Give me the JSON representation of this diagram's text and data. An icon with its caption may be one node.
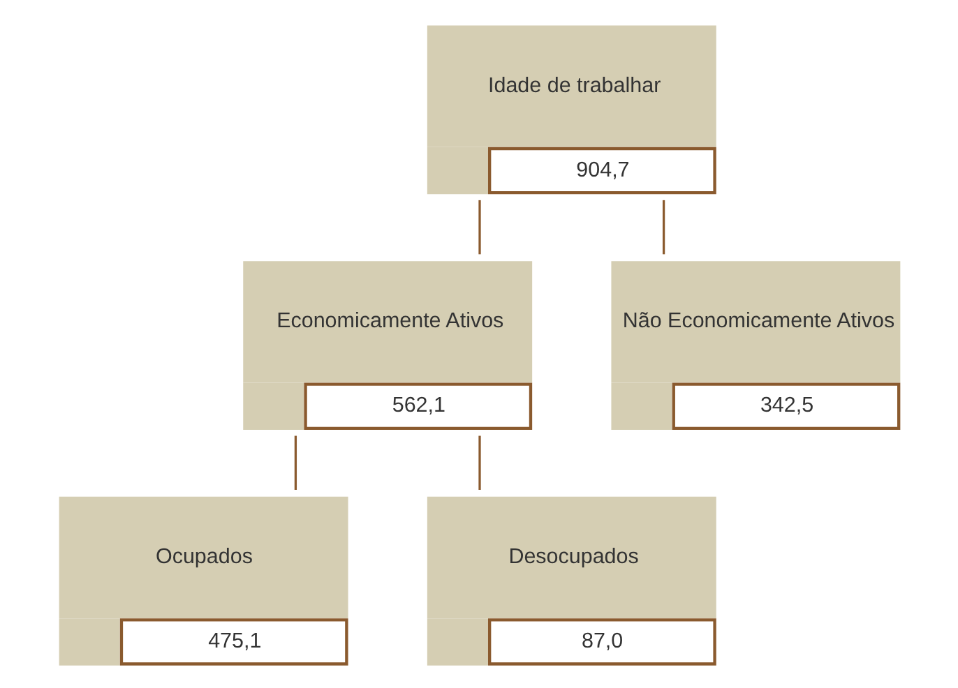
{
  "diagram": {
    "nodes": [
      {
        "text": [
          "Idade de trabalhar",
          "904,7"
        ]
      },
      {
        "text": [
          "Economicamente Ativos",
          "562,1"
        ]
      },
      {
        "text": [
          "Não Economicamente Ativos",
          "342,5"
        ]
      },
      {
        "text": [
          "Ocupados",
          "475,1"
        ]
      },
      {
        "text": [
          "Desocupados",
          "87,0"
        ]
      }
    ],
    "edges": [
      {
        "from": 0,
        "to": 1,
        "arrow": "none"
      },
      {
        "from": 0,
        "to": 2,
        "arrow": "none"
      },
      {
        "from": 1,
        "to": 3,
        "arrow": "none"
      },
      {
        "from": 1,
        "to": 4,
        "arrow": "none"
      }
    ]
  }
}
